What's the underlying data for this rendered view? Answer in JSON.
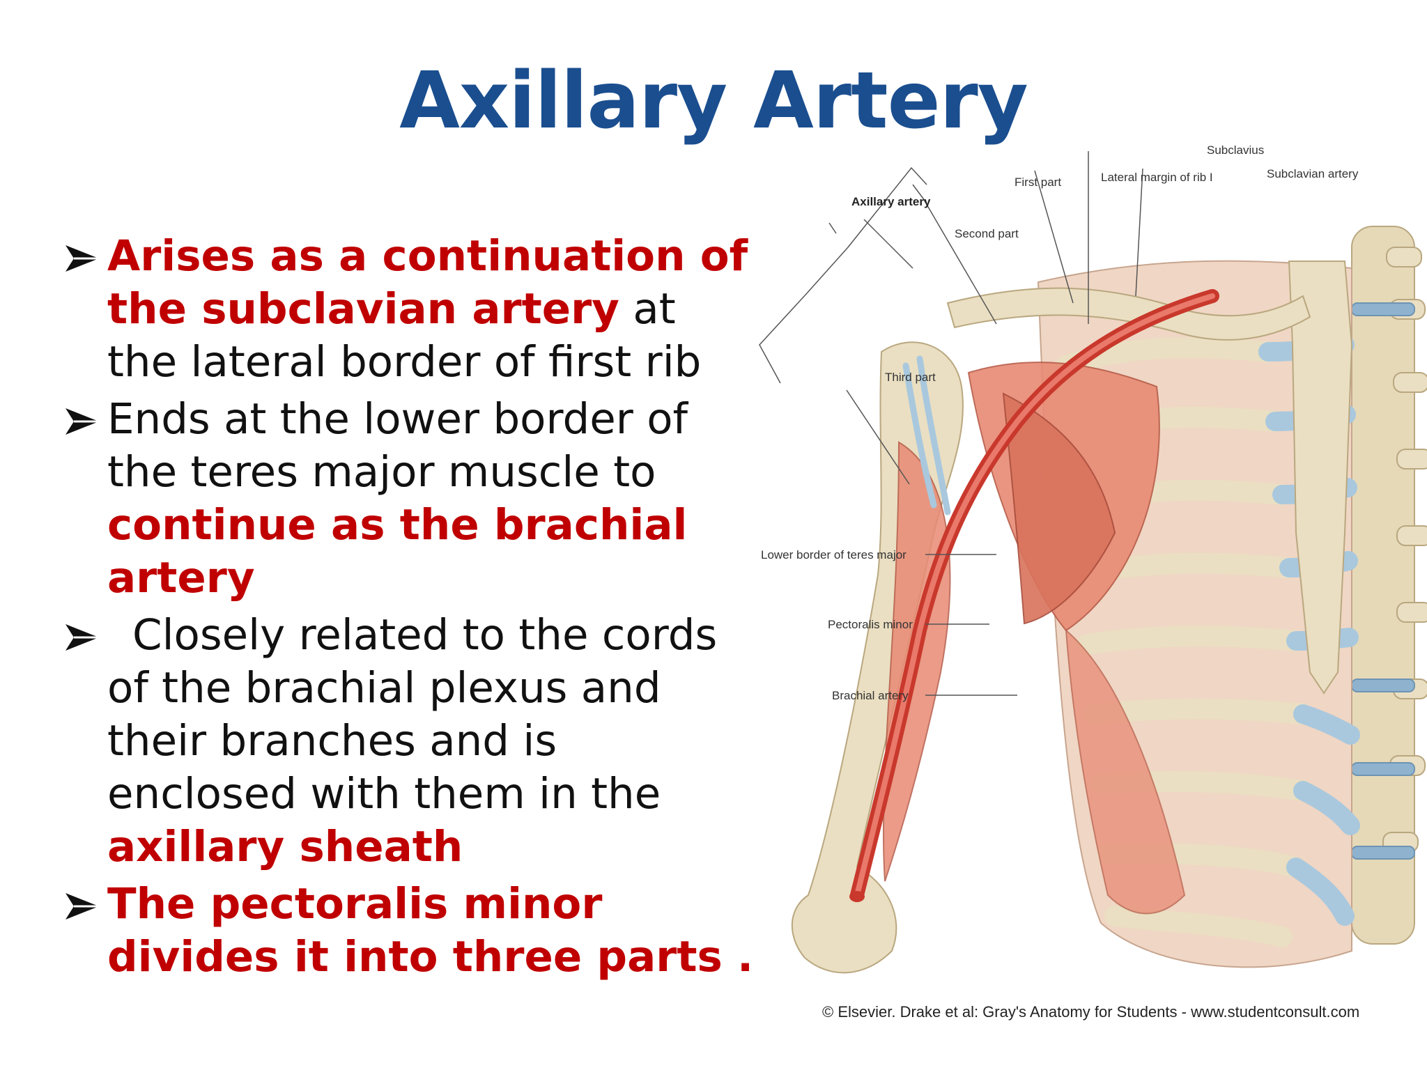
{
  "title": "Axillary Artery",
  "bullets": [
    {
      "red_a": "Arises  as a continuation of the subclavian artery",
      "black_a": " at the lateral border of first rib"
    },
    {
      "black_a": "Ends at the lower border of the teres major muscle to ",
      "red_a": "continue as the brachial artery"
    },
    {
      "black_a": "Closely related to the cords of the brachial plexus and their branches and is enclosed with them in the ",
      "red_a": "axillary sheath"
    },
    {
      "red_a": "The pectoralis minor divides it into three parts ."
    }
  ],
  "figure": {
    "labels": {
      "subclavius": "Subclavius",
      "subclavian_artery": "Subclavian artery",
      "lateral_margin": "Lateral margin of rib I",
      "first_part": "First part",
      "axillary_artery": "Axillary artery",
      "second_part": "Second part",
      "third_part": "Third part",
      "lower_border": "Lower border of teres major",
      "pectoralis_minor": "Pectoralis minor",
      "brachial_artery": "Brachial artery"
    },
    "credit": "© Elsevier. Drake et al: Gray's Anatomy for Students - www.studentconsult.com"
  },
  "colors": {
    "title": "#1a4e8f",
    "emphasis": "#c00000",
    "text": "#111111",
    "bone": "#eadfc2",
    "muscle": "#e88a74",
    "cartilage": "#a9c8de",
    "artery": "#d9473a"
  }
}
